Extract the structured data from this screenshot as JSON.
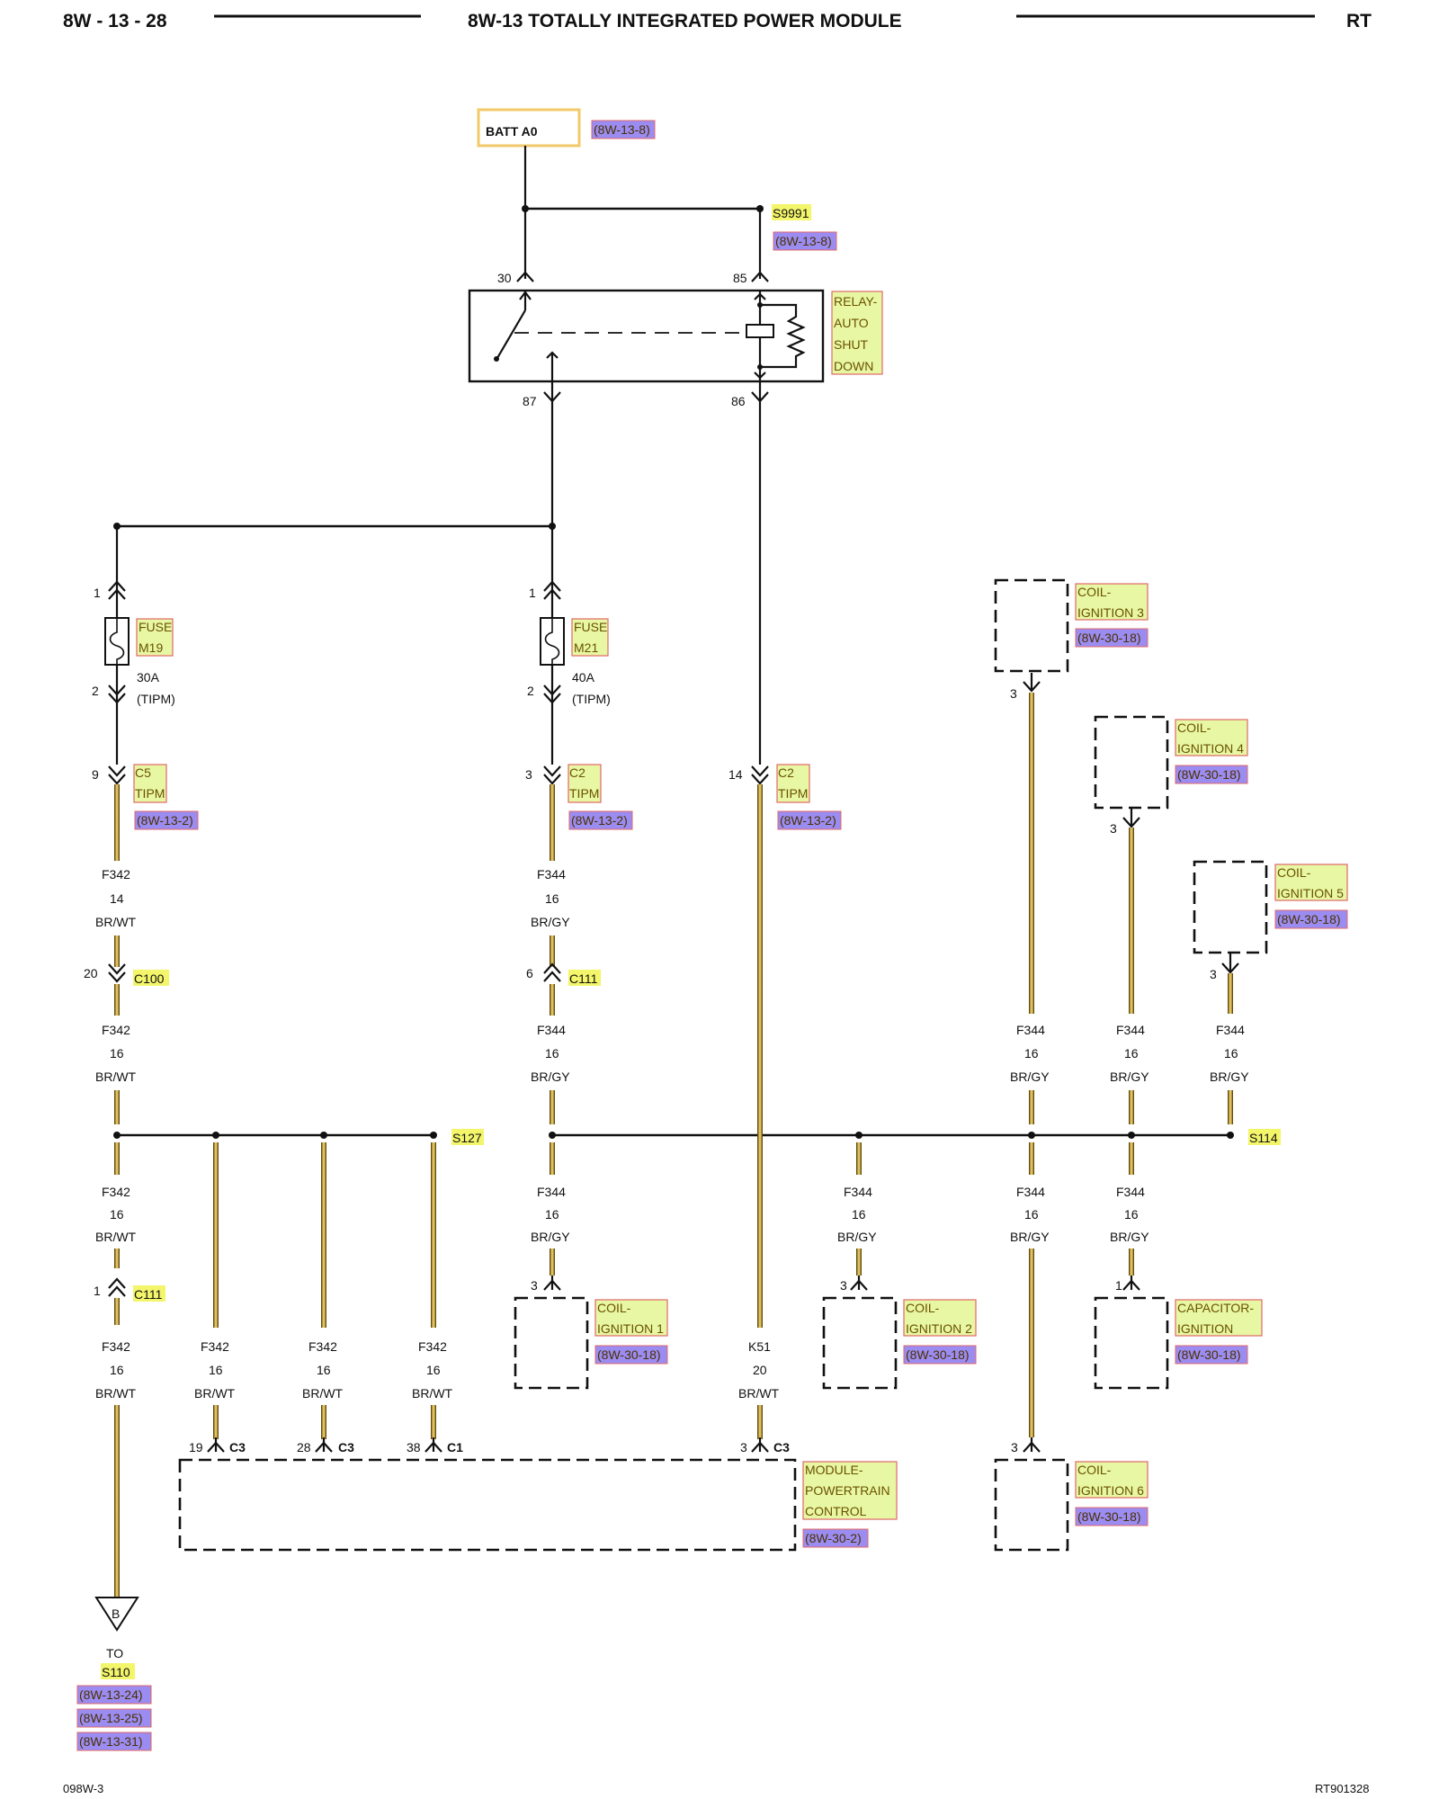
{
  "header": {
    "left": "8W - 13 - 28",
    "title": "8W-13 TOTALLY INTEGRATED POWER MODULE",
    "right": "RT"
  },
  "footer": {
    "left": "098W-3",
    "right": "RT901328"
  },
  "batt": {
    "label": "BATT A0",
    "ref": "(8W-13-8)"
  },
  "splice_top": {
    "name": "S9991",
    "ref": "(8W-13-8)"
  },
  "relay": {
    "lines": [
      "RELAY-",
      "AUTO",
      "SHUT",
      "DOWN"
    ],
    "pins": {
      "p30": "30",
      "p85": "85",
      "p87": "87",
      "p86": "86"
    }
  },
  "fuse_m19": {
    "lines": [
      "FUSE",
      "M19"
    ],
    "rating": "30A",
    "sub": "(TIPM)",
    "pin_in": "1",
    "pin_out": "2"
  },
  "fuse_m21": {
    "lines": [
      "FUSE",
      "M21"
    ],
    "rating": "40A",
    "sub": "(TIPM)",
    "pin_in": "1",
    "pin_out": "2"
  },
  "tipm_left": {
    "pin": "9",
    "lines": [
      "C5",
      "TIPM"
    ],
    "ref": "(8W-13-2)"
  },
  "tipm_mid": {
    "pin": "3",
    "lines": [
      "C2",
      "TIPM"
    ],
    "ref": "(8W-13-2)"
  },
  "tipm_right": {
    "pin": "14",
    "lines": [
      "C2",
      "TIPM"
    ],
    "ref": "(8W-13-2)"
  },
  "wire_f342_14": {
    "circuit": "F342",
    "gauge": "14",
    "color": "BR/WT"
  },
  "wire_f344_a": {
    "circuit": "F344",
    "gauge": "16",
    "color": "BR/GY"
  },
  "c100": {
    "pin": "20",
    "name": "C100"
  },
  "c111_mid": {
    "pin": "6",
    "name": "C111"
  },
  "wire_f342_16": {
    "circuit": "F342",
    "gauge": "16",
    "color": "BR/WT"
  },
  "wire_f344_16": {
    "circuit": "F344",
    "gauge": "16",
    "color": "BR/GY"
  },
  "wire_k51": {
    "circuit": "K51",
    "gauge": "20",
    "color": "BR/WT"
  },
  "s127": {
    "name": "S127"
  },
  "s114": {
    "name": "S114"
  },
  "c111_left": {
    "pin": "1",
    "name": "C111"
  },
  "coil3": {
    "lines": [
      "COIL-",
      "IGNITION 3"
    ],
    "ref": "(8W-30-18)",
    "pin": "3"
  },
  "coil4": {
    "lines": [
      "COIL-",
      "IGNITION 4"
    ],
    "ref": "(8W-30-18)",
    "pin": "3"
  },
  "coil5": {
    "lines": [
      "COIL-",
      "IGNITION 5"
    ],
    "ref": "(8W-30-18)",
    "pin": "3"
  },
  "coil1": {
    "lines": [
      "COIL-",
      "IGNITION 1"
    ],
    "ref": "(8W-30-18)",
    "pin": "3"
  },
  "coil2": {
    "lines": [
      "COIL-",
      "IGNITION 2"
    ],
    "ref": "(8W-30-18)",
    "pin": "3"
  },
  "capacitor": {
    "lines": [
      "CAPACITOR-",
      "IGNITION"
    ],
    "ref": "(8W-30-18)",
    "pin": "1"
  },
  "coil6": {
    "lines": [
      "COIL-",
      "IGNITION 6"
    ],
    "ref": "(8W-30-18)",
    "pin": "3"
  },
  "pcm": {
    "lines": [
      "MODULE-",
      "POWERTRAIN",
      "CONTROL"
    ],
    "ref": "(8W-30-2)",
    "pins": [
      {
        "pin": "19",
        "conn": "C3"
      },
      {
        "pin": "28",
        "conn": "C3"
      },
      {
        "pin": "38",
        "conn": "C1"
      },
      {
        "pin": "3",
        "conn": "C3"
      }
    ]
  },
  "ground": {
    "letter": "B",
    "to": "TO",
    "splice": "S110",
    "refs": [
      "(8W-13-24)",
      "(8W-13-25)",
      "(8W-13-31)"
    ]
  }
}
